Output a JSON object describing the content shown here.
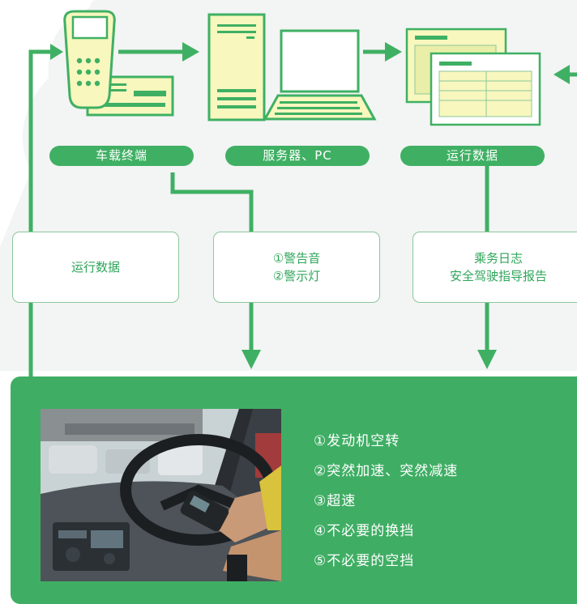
{
  "colors": {
    "accent_green": "#3fb063",
    "panel_green": "#3fae64",
    "device_fill": "#f7f7be",
    "text_green": "#2fa55a"
  },
  "devices": {
    "terminal_label": "车载终端",
    "server_label": "服务器、PC",
    "data_label": "运行数据"
  },
  "boxes": {
    "feedback_data": "运行数据",
    "alerts": [
      "①警告音",
      "②警示灯"
    ],
    "reports": [
      "乘务日志",
      "安全驾驶指导报告"
    ]
  },
  "checklist": [
    "①发动机空转",
    "②突然加速、突然减速",
    "③超速",
    "④不必要的换挡",
    "⑤不必要的空挡"
  ]
}
